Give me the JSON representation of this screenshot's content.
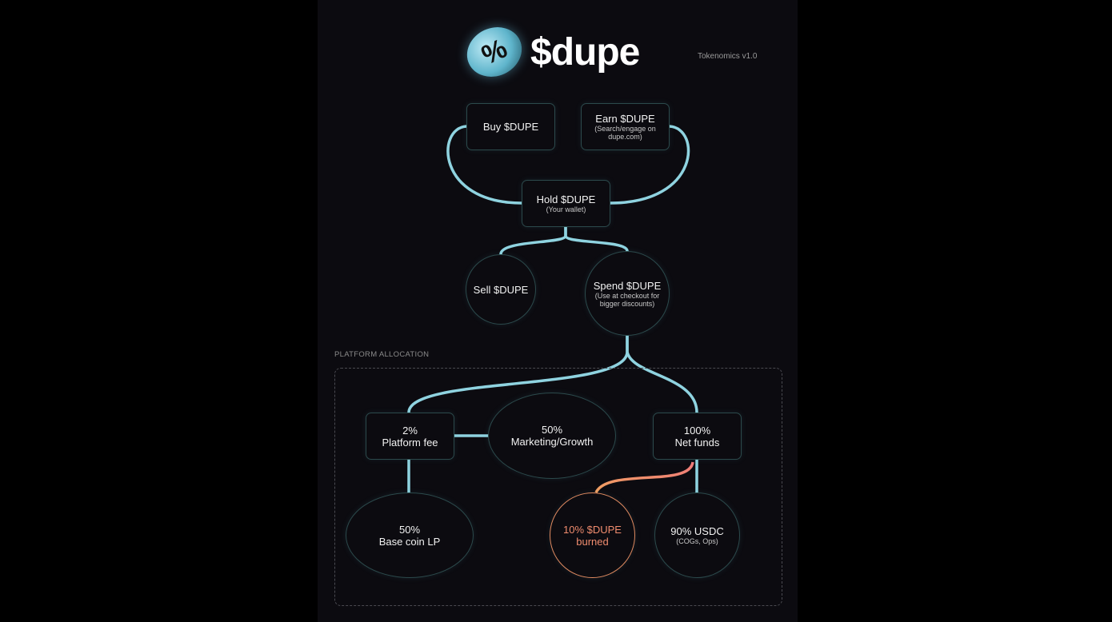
{
  "header": {
    "brand": "$dupe",
    "coin_symbol": "%",
    "version": "Tokenomics v1.0"
  },
  "nodes": {
    "buy": {
      "title": "Buy $DUPE"
    },
    "earn": {
      "title": "Earn $DUPE",
      "sub": "(Search/engage on dupe.com)"
    },
    "hold": {
      "title": "Hold $DUPE",
      "sub": "(Your wallet)"
    },
    "sell": {
      "title": "Sell $DUPE"
    },
    "spend": {
      "title": "Spend $DUPE",
      "sub": "(Use at checkout for bigger discounts)"
    },
    "fee": {
      "pct": "2%",
      "title": "Platform fee"
    },
    "marketing": {
      "pct": "50%",
      "title": "Marketing/Growth"
    },
    "net": {
      "pct": "100%",
      "title": "Net funds"
    },
    "lp": {
      "pct": "50%",
      "title": "Base coin LP"
    },
    "burn": {
      "pct": "10% $DUPE",
      "title": "burned"
    },
    "usdc": {
      "pct": "90% USDC",
      "sub": "(COGs, Ops)"
    }
  },
  "section_label": "PLATFORM ALLOCATION",
  "colors": {
    "wire": "#8fd3e0",
    "burn": "#f08c6e",
    "node_border": "#2c4a4c",
    "panel": "#0c0b10"
  }
}
